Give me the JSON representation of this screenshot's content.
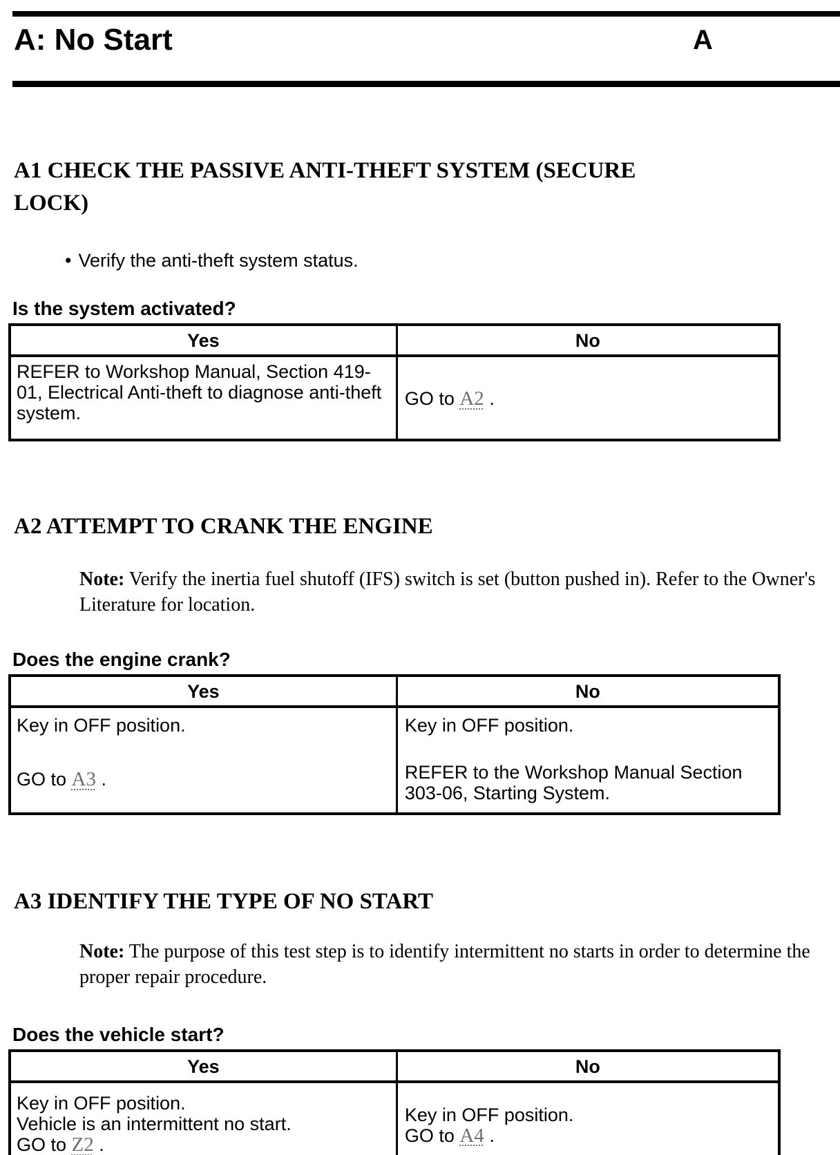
{
  "header": {
    "title": "A: No Start",
    "page_letter": "A"
  },
  "link_color": "#6e6e6e",
  "sections": {
    "a1": {
      "heading": "A1 CHECK THE PASSIVE ANTI-THEFT SYSTEM (SECURE LOCK)",
      "bullet": "Verify the anti-theft system status.",
      "question": "Is the system activated?",
      "table": {
        "yes_header": "Yes",
        "no_header": "No",
        "yes_text": "REFER to Workshop Manual, Section 419-01, Electrical Anti-theft to diagnose anti-theft system.",
        "no_goto_prefix": "GO to ",
        "no_goto_link": "A2",
        "no_goto_suffix": " ."
      }
    },
    "a2": {
      "heading": "A2 ATTEMPT TO CRANK THE ENGINE",
      "note_label": "Note:",
      "note_text": " Verify the inertia fuel shutoff (IFS) switch is set (button pushed in). Refer to the Owner's Literature for location.",
      "question": "Does the engine crank?",
      "table": {
        "yes_header": "Yes",
        "no_header": "No",
        "yes_line1": "Key in OFF position.",
        "yes_goto_prefix": "GO to ",
        "yes_goto_link": "A3",
        "yes_goto_suffix": " .",
        "no_line1": "Key in OFF position.",
        "no_para2": "REFER to the Workshop Manual Section 303-06, Starting System."
      }
    },
    "a3": {
      "heading": "A3 IDENTIFY THE TYPE OF NO START",
      "note_label": "Note:",
      "note_text": " The purpose of this test step is to identify intermittent no starts in order to determine the proper repair procedure.",
      "question": "Does the vehicle start?",
      "table": {
        "yes_header": "Yes",
        "no_header": "No",
        "yes_line1": "Key in OFF position.",
        "yes_line2": "Vehicle is an intermittent no start.",
        "yes_goto_prefix": "GO to ",
        "yes_goto_link": "Z2",
        "yes_goto_suffix": " .",
        "no_line1": "Key in OFF position.",
        "no_goto_prefix": "GO to ",
        "no_goto_link": "A4",
        "no_goto_suffix": " ."
      }
    }
  }
}
